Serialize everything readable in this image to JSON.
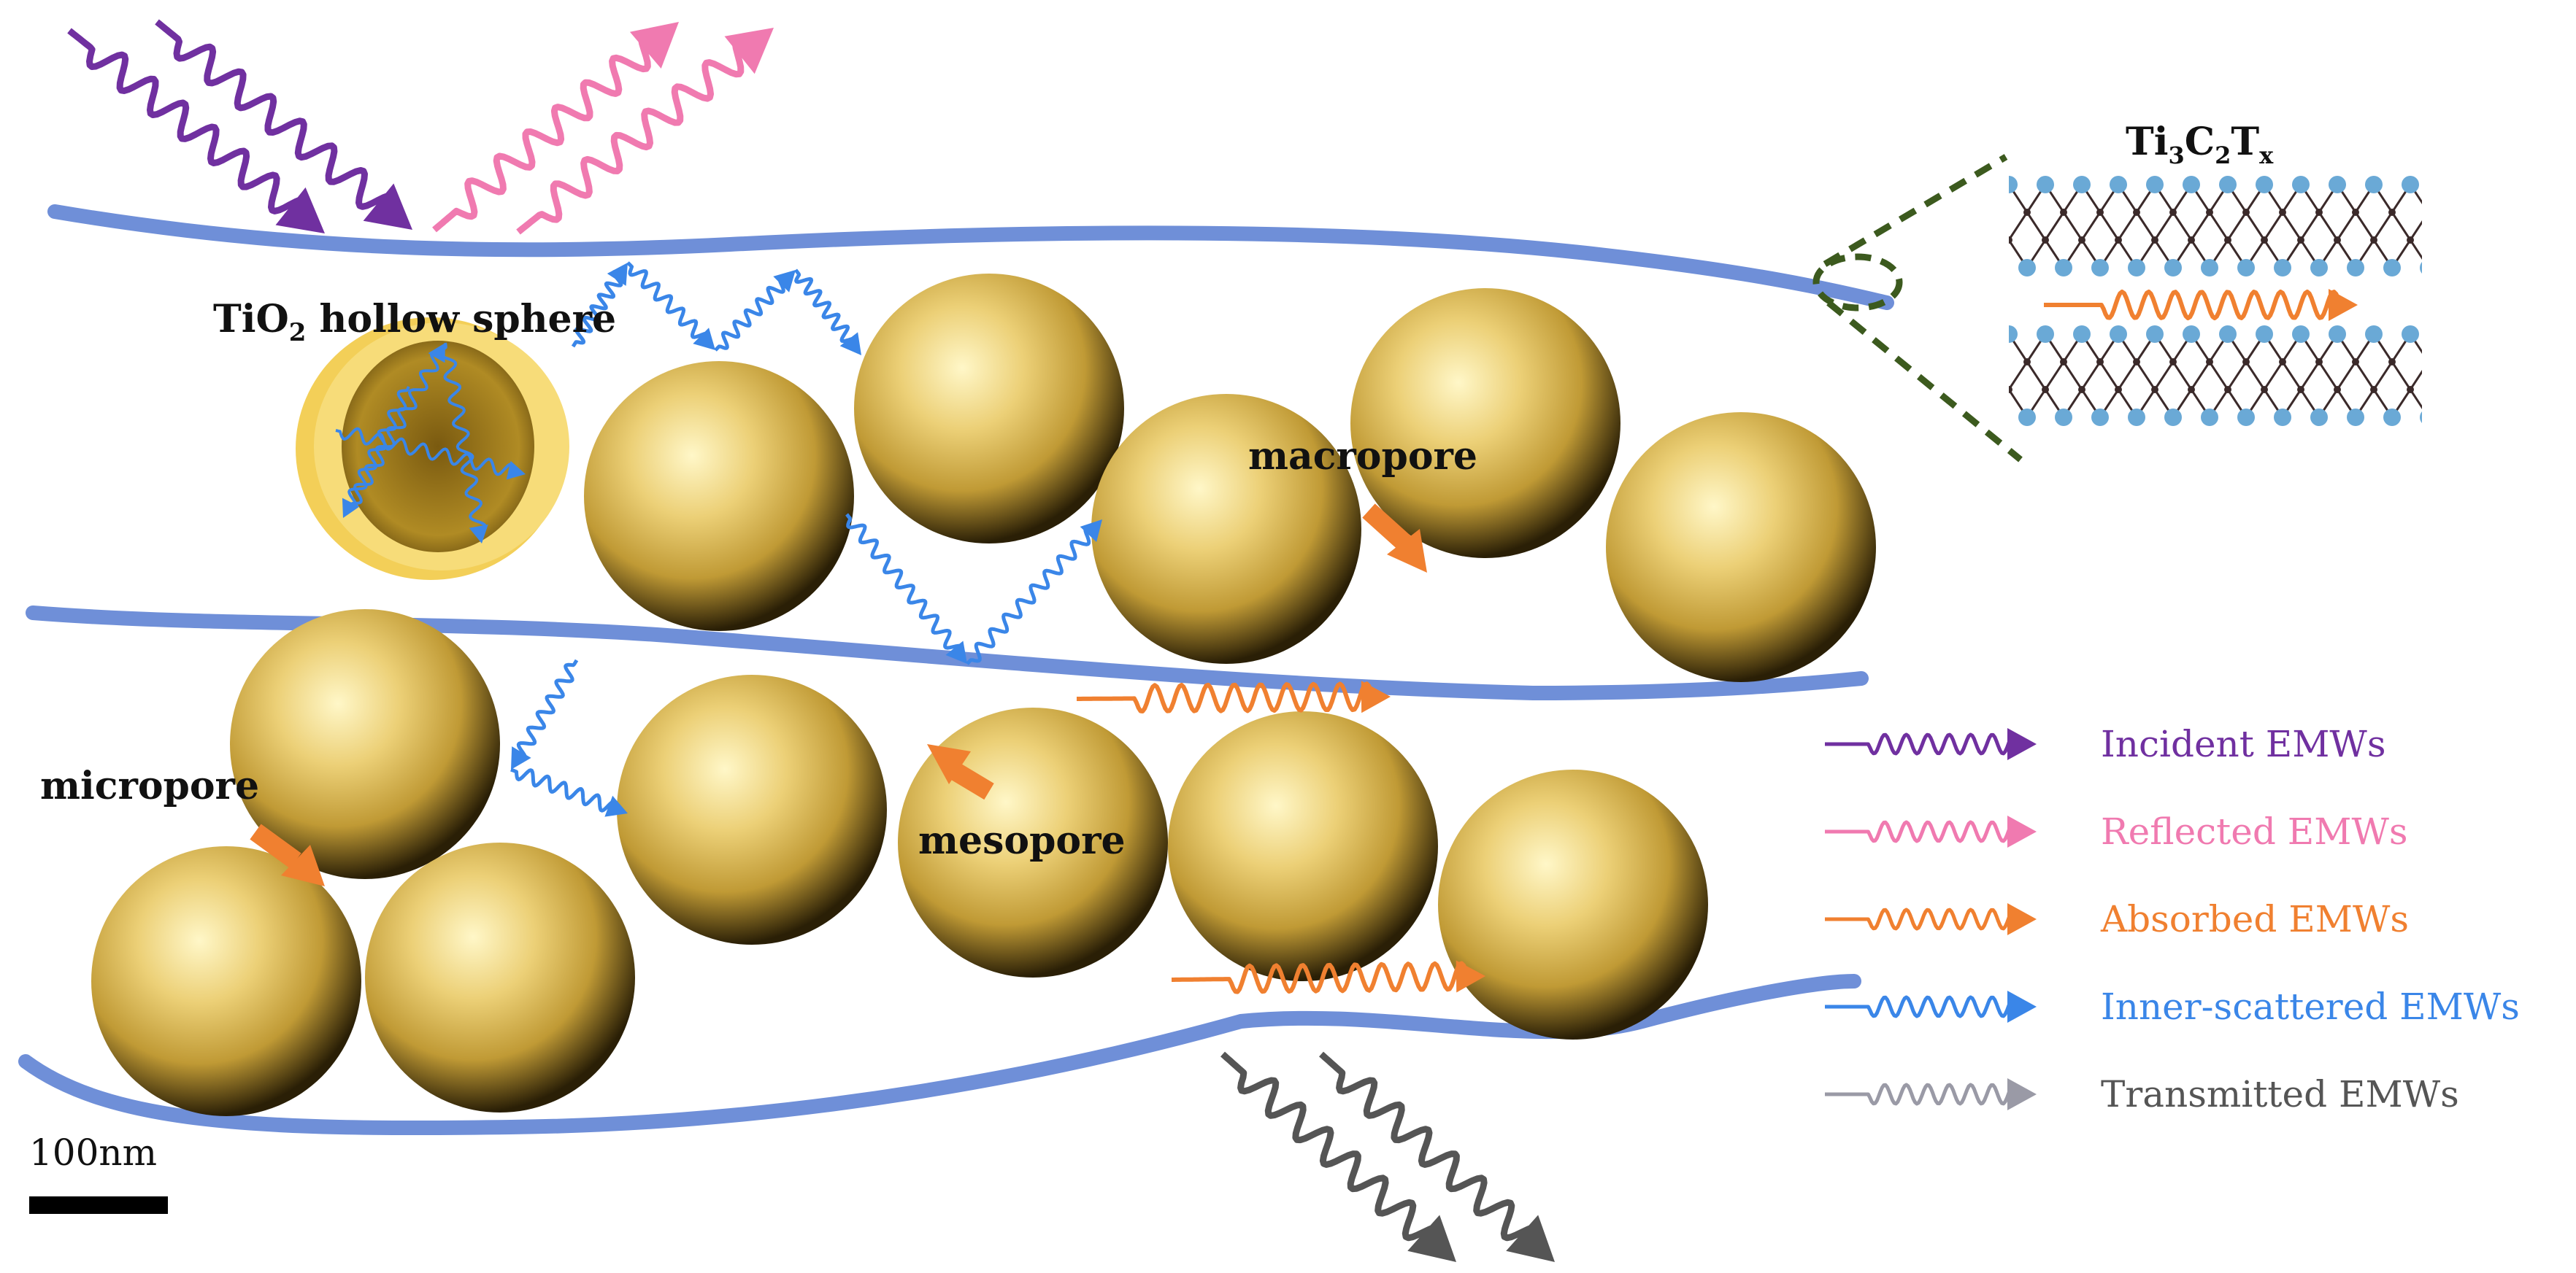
{
  "labels": {
    "tio2_prefix": "TiO",
    "tio2_sub": "2",
    "tio2_suffix": " hollow sphere",
    "macropore": "macropore",
    "mesopore": "mesopore",
    "micropore": "micropore",
    "scale_bar": "100nm",
    "mxene": {
      "ti": "Ti",
      "s1": "3",
      "c": "C",
      "s2": "2",
      "t": "T",
      "s3": "x"
    }
  },
  "legend": [
    {
      "label": "Incident EMWs",
      "color": "#7030a0"
    },
    {
      "label": "Reflected EMWs",
      "color": "#f07ab0"
    },
    {
      "label": "Absorbed EMWs",
      "color": "#f08030"
    },
    {
      "label": "Inner-scattered EMWs",
      "color": "#3a86e8"
    },
    {
      "label": "Transmitted EMWs",
      "color": "#555555"
    }
  ],
  "colors": {
    "layer": "#6f8fd8",
    "sphere_light": "#fff7c8",
    "sphere_mid": "#d9b44c",
    "sphere_dark": "#2a1f06",
    "pore_arrow": "#f08030",
    "zoom_dash": "#3c5a1e",
    "atom": "#6aa9d6",
    "bond": "#3b2a2a",
    "scale": "#000000",
    "legend_transmitted_arrow": "#9a9aa6"
  }
}
